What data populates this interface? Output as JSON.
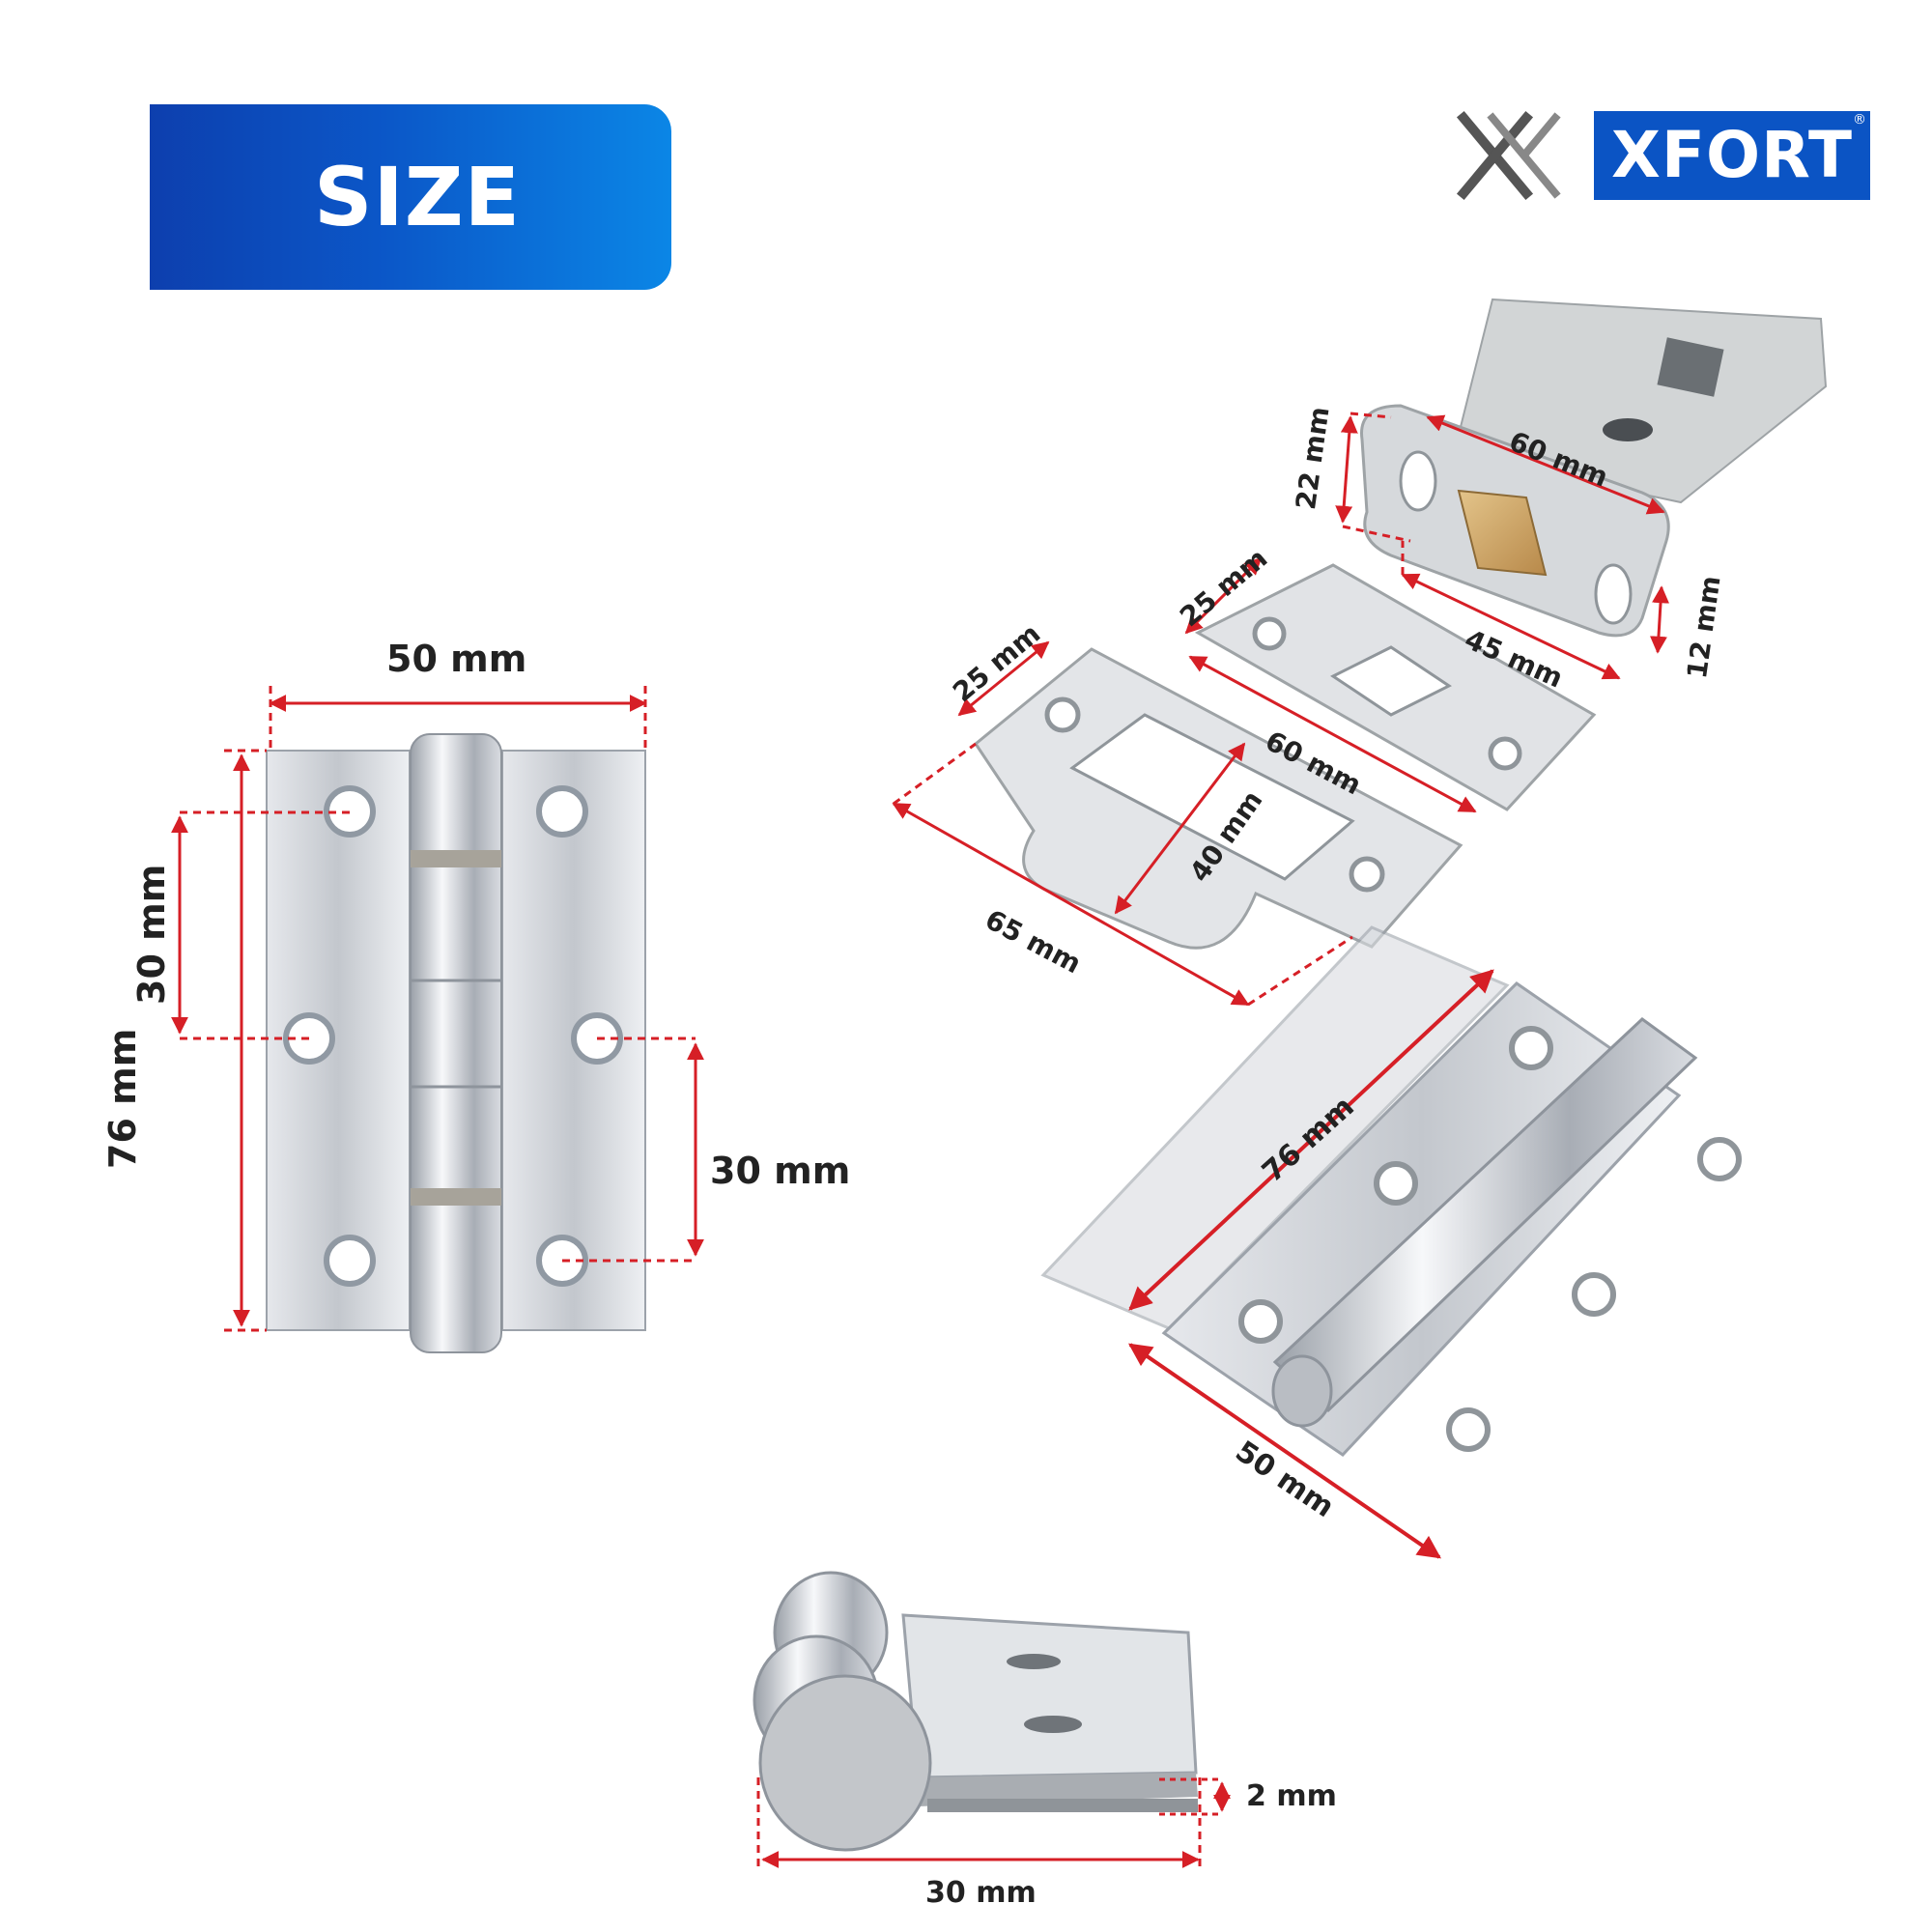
{
  "banner": {
    "title": "SIZE"
  },
  "brand": {
    "name": "XFORT",
    "registered": "®"
  },
  "colors": {
    "accent": "#0b54c4",
    "dimension_line": "#d61f26",
    "metal": "#c9ccd1"
  },
  "hinge_front": {
    "width": "50 mm",
    "height": "76 mm",
    "hole_spacing_left": "30 mm",
    "hole_spacing_right": "30 mm"
  },
  "latch": {
    "faceplate_height": "22 mm",
    "faceplate_length": "60 mm",
    "backset": "45 mm",
    "bolt_height": "12 mm"
  },
  "strike_plate": {
    "width": "25 mm",
    "length": "60 mm"
  },
  "keep_plate": {
    "width": "25 mm",
    "length": "65 mm",
    "opening": "40 mm"
  },
  "hinge_perspective": {
    "height": "76 mm",
    "width": "50 mm"
  },
  "hinge_side": {
    "thickness": "2 mm",
    "knuckle_depth": "30 mm"
  }
}
